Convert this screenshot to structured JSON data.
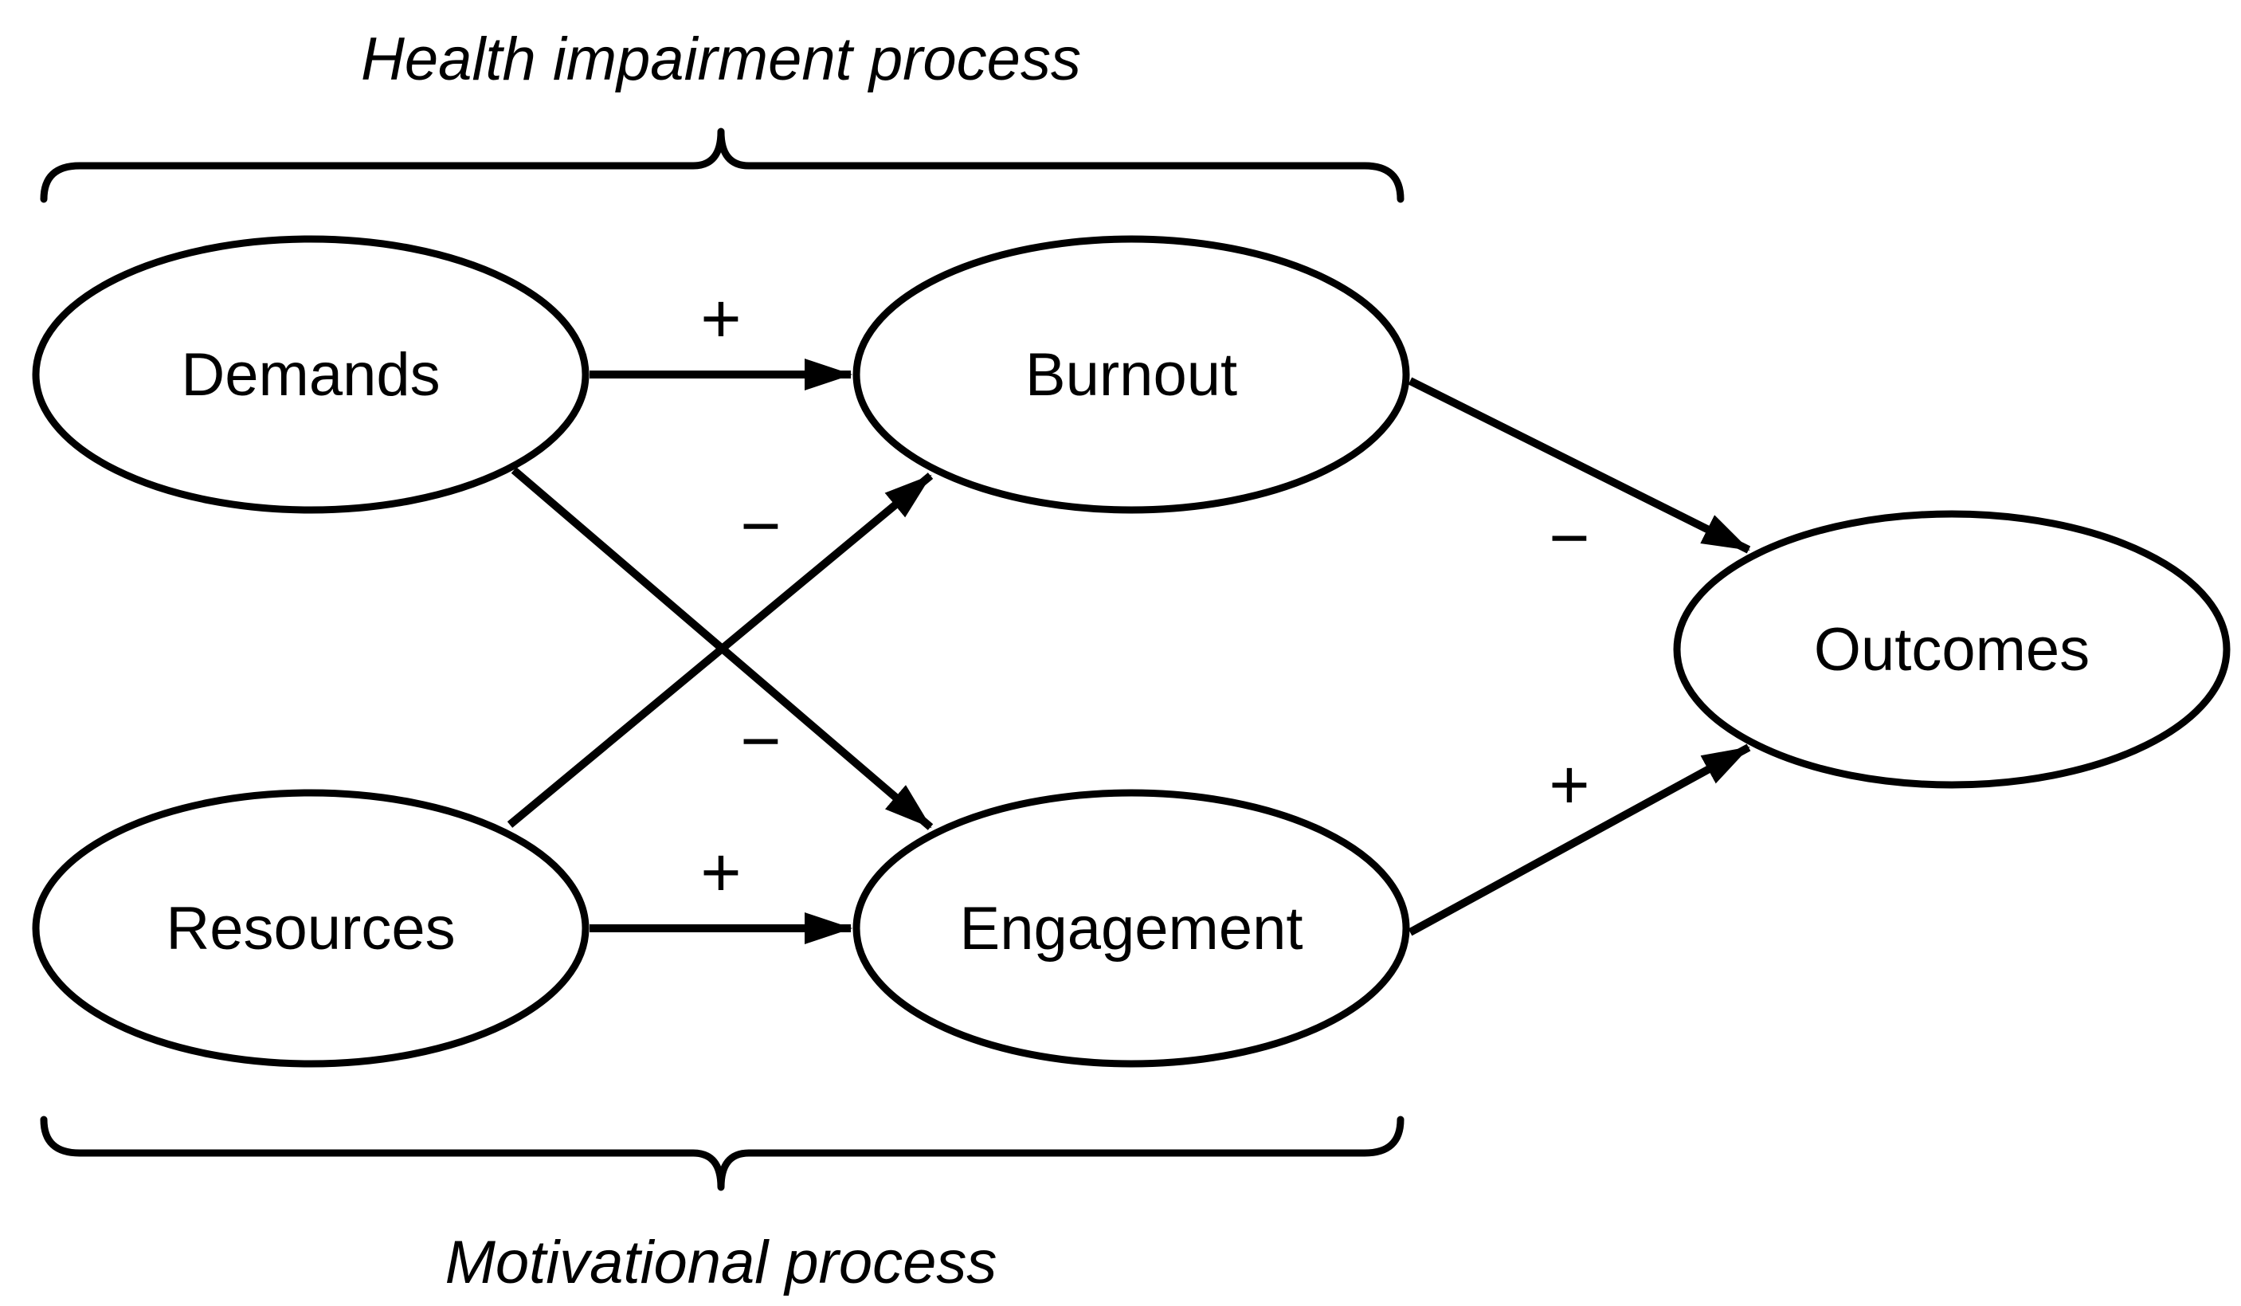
{
  "processes": {
    "health_impairment": "Health impairment process",
    "motivational": "Motivational process"
  },
  "nodes": {
    "demands": "Demands",
    "resources": "Resources",
    "burnout": "Burnout",
    "engagement": "Engagement",
    "outcomes": "Outcomes"
  },
  "edges": {
    "demands_burnout": "+",
    "resources_burnout": "−",
    "demands_engagement": "−",
    "resources_engagement": "+",
    "burnout_outcomes": "−",
    "engagement_outcomes": "+"
  }
}
